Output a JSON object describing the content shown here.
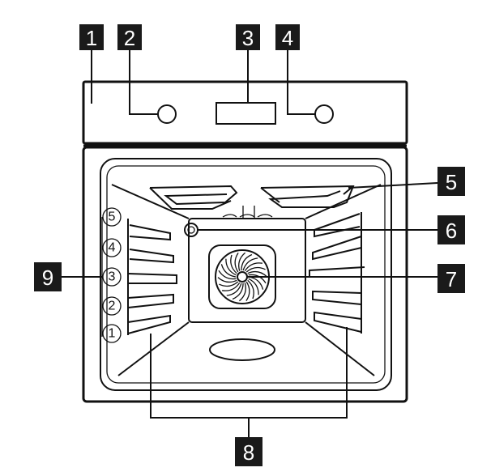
{
  "callouts": {
    "c1": "1",
    "c2": "2",
    "c3": "3",
    "c4": "4",
    "c5": "5",
    "c6": "6",
    "c7": "7",
    "c8": "8",
    "c9": "9"
  },
  "shelf_levels": [
    "5",
    "4",
    "3",
    "2",
    "1"
  ],
  "colors": {
    "ink": "#111111",
    "label_bg": "#1a1a1a",
    "label_text": "#ffffff",
    "background": "#ffffff"
  }
}
